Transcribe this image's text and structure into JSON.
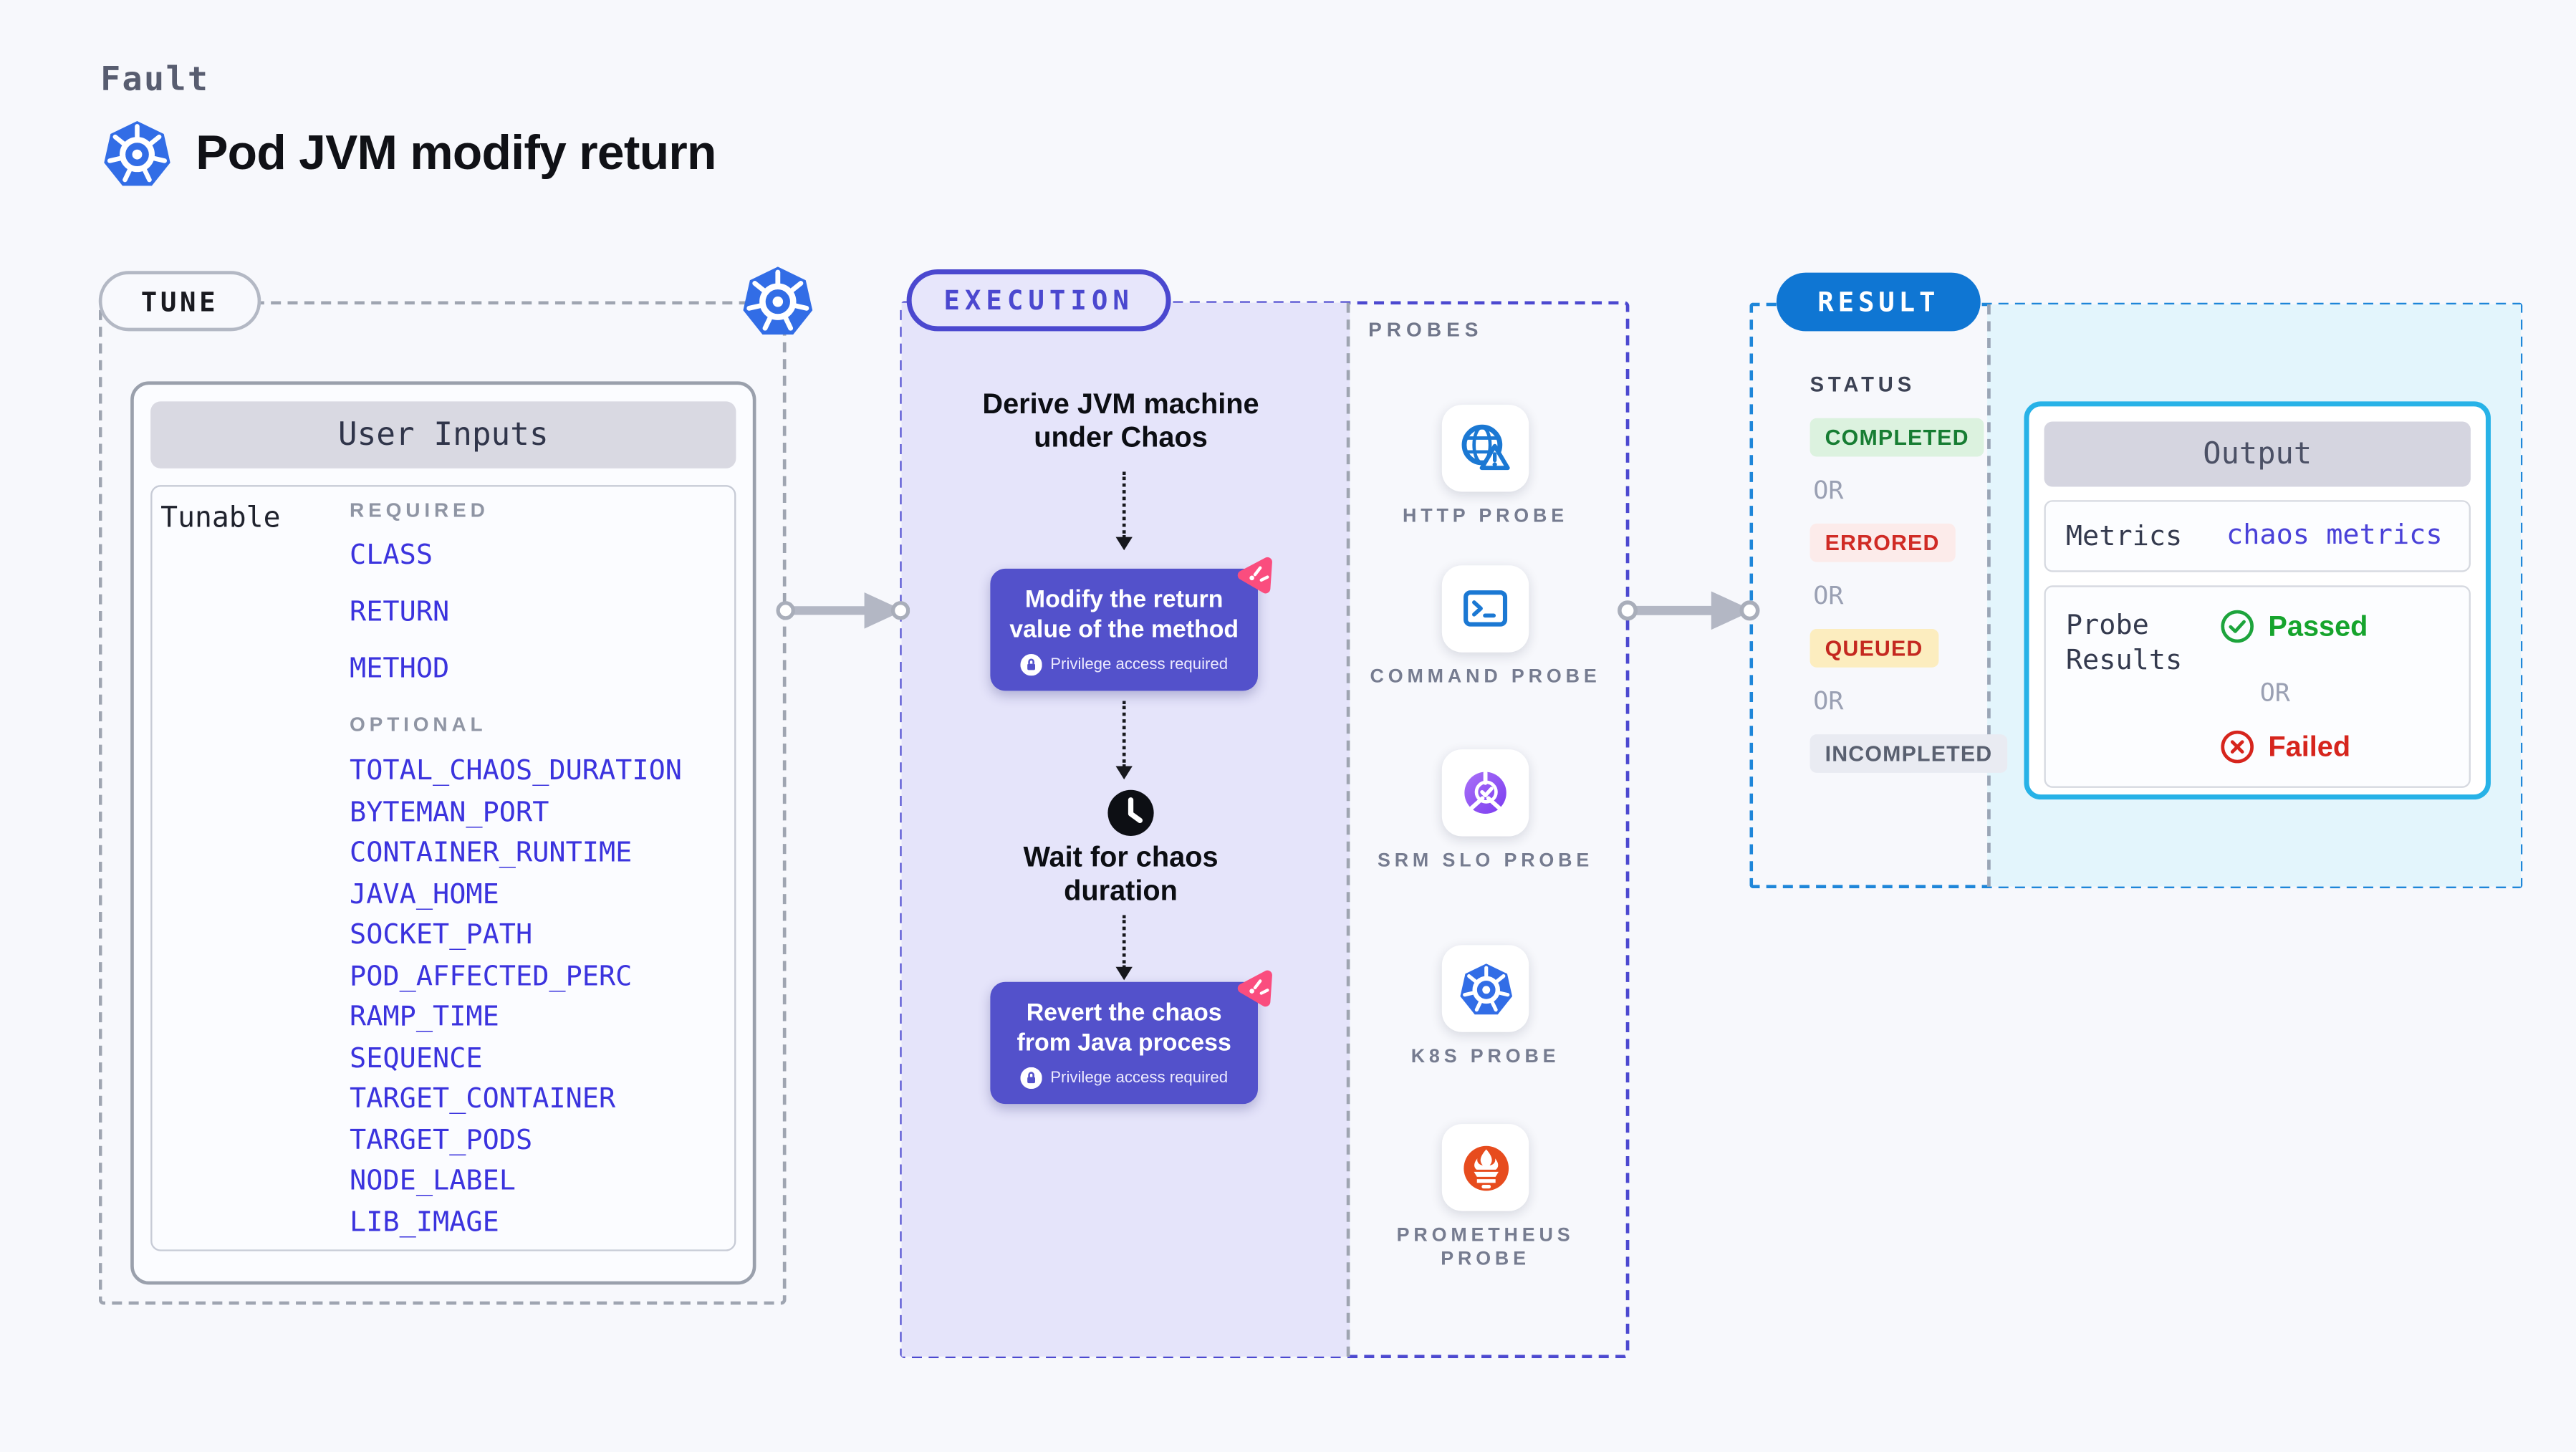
{
  "header": {
    "eyebrow": "Fault",
    "title": "Pod JVM modify return"
  },
  "tune": {
    "badge": "TUNE",
    "card_title": "User Inputs",
    "row_label": "Tunable",
    "required_label": "REQUIRED",
    "required_items": [
      "CLASS",
      "RETURN",
      "METHOD"
    ],
    "optional_label": "OPTIONAL",
    "optional_items": [
      "TOTAL_CHAOS_DURATION",
      "BYTEMAN_PORT",
      "CONTAINER_RUNTIME",
      "JAVA_HOME",
      "SOCKET_PATH",
      "POD_AFFECTED_PERC",
      "RAMP_TIME",
      "SEQUENCE",
      "TARGET_CONTAINER",
      "TARGET_PODS",
      "NODE_LABEL",
      "LIB_IMAGE"
    ]
  },
  "execution": {
    "badge": "EXECUTION",
    "privilege_note": "Privilege access required",
    "steps": [
      {
        "label": "Derive JVM machine under Chaos"
      },
      {
        "label": "Modify the return value of the method"
      },
      {
        "label": "Wait for chaos duration"
      },
      {
        "label": "Revert the chaos from Java process"
      }
    ]
  },
  "probes": {
    "label": "PROBES",
    "items": [
      {
        "name": "HTTP PROBE",
        "icon": "globe-warning-icon"
      },
      {
        "name": "COMMAND PROBE",
        "icon": "terminal-icon"
      },
      {
        "name": "SRM SLO PROBE",
        "icon": "slo-donut-icon"
      },
      {
        "name": "K8S PROBE",
        "icon": "kubernetes-icon"
      },
      {
        "name": "PROMETHEUS PROBE",
        "icon": "prometheus-icon"
      }
    ]
  },
  "result": {
    "badge": "RESULT",
    "status_label": "STATUS",
    "or_label": "OR",
    "statuses": [
      {
        "label": "COMPLETED",
        "fg": "#177d33",
        "bg": "#dcf2df"
      },
      {
        "label": "ERRORED",
        "fg": "#d02b25",
        "bg": "#fcebea"
      },
      {
        "label": "QUEUED",
        "fg": "#c42820",
        "bg": "#fcedbf"
      },
      {
        "label": "INCOMPLETED",
        "fg": "#596070",
        "bg": "#e9ebf2"
      }
    ],
    "output": {
      "title": "Output",
      "metrics_label": "Metrics",
      "metrics_value": "chaos metrics",
      "probe_results_label": "Probe Results",
      "passed_label": "Passed",
      "failed_label": "Failed"
    }
  },
  "colors": {
    "page_bg": "#f7f8fc",
    "indigo_accent": "#4b48cf",
    "lavender_bg": "#e5e4fa",
    "step_purple": "#5351cb",
    "input_item_blue": "#3b33de",
    "kubernetes_blue": "#326de6",
    "probe_icon_blue": "#1b78d3",
    "result_blue": "#0f76d3",
    "cyan_border": "#27b2e7",
    "cyan_bg": "#e3f5fc",
    "litmus_pink": "#fa4d7e",
    "passed_green": "#16a42d",
    "failed_red": "#d6251d"
  }
}
